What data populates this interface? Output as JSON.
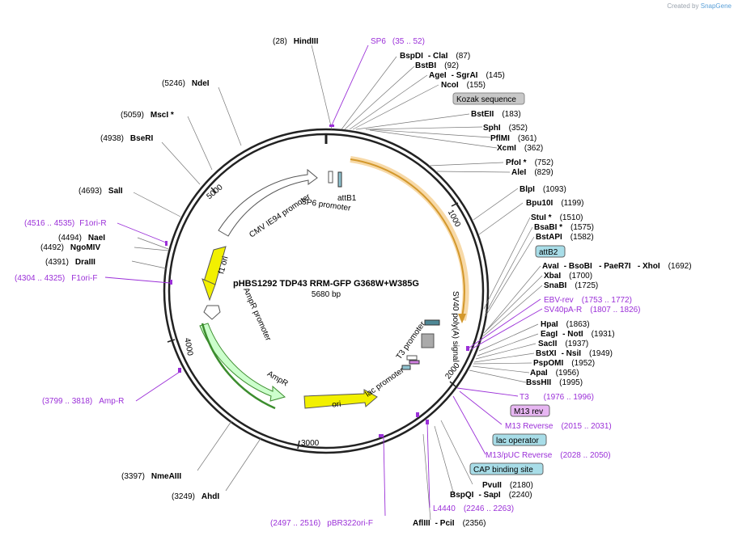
{
  "credit": {
    "prefix": "Created by",
    "brand": "SnapGene"
  },
  "map": {
    "name": "pHBS1292 TDP43 RRM-GFP G368W+W385G",
    "size": "5680 bp",
    "ticks": [
      "1000",
      "2000",
      "3000",
      "4000",
      "5000"
    ]
  },
  "features": {
    "cmv": "CMV IE94 promoter",
    "sp6_promoter": "SP6 promoter",
    "attb1": "attB1",
    "f1ori": "f1 ori",
    "ampr_promoter": "AmpR promoter",
    "ampr": "AmpR",
    "ori": "ori",
    "lac": "lac promoter",
    "t3": "T3 promoter",
    "sv40": "SV40 poly(A) signal"
  },
  "sites": {
    "hindiii": {
      "name": "HindIII",
      "pos": "(28)"
    },
    "ndei": {
      "name": "NdeI",
      "pos": "(5246)"
    },
    "msci": {
      "name": "MscI *",
      "pos": "(5059)"
    },
    "bseri": {
      "name": "BseRI",
      "pos": "(4938)"
    },
    "sali": {
      "name": "SalI",
      "pos": "(4693)"
    },
    "naei": {
      "name": "NaeI",
      "pos": "(4494)"
    },
    "ngomiv": {
      "name": "NgoMIV",
      "pos": "(4492)"
    },
    "draiii": {
      "name": "DraIII",
      "pos": "(4391)"
    },
    "nmeaiii": {
      "name": "NmeAIII",
      "pos": "(3397)"
    },
    "ahdi": {
      "name": "AhdI",
      "pos": "(3249)"
    },
    "bspdi": {
      "name": "BspDI",
      "sep": "- ClaI",
      "pos": "(87)"
    },
    "bstbi": {
      "name": "BstBI",
      "pos": "(92)"
    },
    "agei": {
      "name": "AgeI",
      "sep": "- SgrAI",
      "pos": "(145)"
    },
    "ncoi": {
      "name": "NcoI",
      "pos": "(155)"
    },
    "bsteii": {
      "name": "BstEII",
      "pos": "(183)"
    },
    "sphi": {
      "name": "SphI",
      "pos": "(352)"
    },
    "pflmi": {
      "name": "PflMI",
      "pos": "(361)"
    },
    "xcmi": {
      "name": "XcmI",
      "pos": "(362)"
    },
    "pfoi": {
      "name": "PfoI *",
      "pos": "(752)"
    },
    "alei": {
      "name": "AleI",
      "pos": "(829)"
    },
    "blpi": {
      "name": "BlpI",
      "pos": "(1093)"
    },
    "bpu10i": {
      "name": "Bpu10I",
      "pos": "(1199)"
    },
    "stui": {
      "name": "StuI *",
      "pos": "(1510)"
    },
    "bsabi": {
      "name": "BsaBI *",
      "pos": "(1575)"
    },
    "bstapi": {
      "name": "BstAPI",
      "pos": "(1582)"
    },
    "avai": {
      "name": "AvaI",
      "sep": "- BsoBI   - PaeR7I   - XhoI",
      "pos": "(1692)"
    },
    "xbai": {
      "name": "XbaI",
      "pos": "(1700)"
    },
    "snabi": {
      "name": "SnaBI",
      "pos": "(1725)"
    },
    "hpai": {
      "name": "HpaI",
      "pos": "(1863)"
    },
    "eagi": {
      "name": "EagI",
      "sep": "- NotI",
      "pos": "(1931)"
    },
    "sacii": {
      "name": "SacII",
      "pos": "(1937)"
    },
    "bstxi": {
      "name": "BstXI",
      "sep": "- NsiI",
      "pos": "(1949)"
    },
    "pspomi": {
      "name": "PspOMI",
      "pos": "(1952)"
    },
    "apai": {
      "name": "ApaI",
      "pos": "(1956)"
    },
    "bsshii": {
      "name": "BssHII",
      "pos": "(1995)"
    },
    "pvuii": {
      "name": "PvuII",
      "pos": "(2180)"
    },
    "bspqi": {
      "name": "BspQI",
      "sep": "- SapI",
      "pos": "(2240)"
    },
    "afliii": {
      "name": "AflIII",
      "sep": "- PciI",
      "pos": "(2356)"
    }
  },
  "primers": {
    "sp6": {
      "name": "SP6",
      "range": "(35 .. 52)"
    },
    "f1ori_r": {
      "name": "F1ori-R",
      "range": "(4516 .. 4535)"
    },
    "f1ori_f": {
      "name": "F1ori-F",
      "range": "(4304 .. 4325)"
    },
    "ampr": {
      "name": "Amp-R",
      "range": "(3799 .. 3818)"
    },
    "ebv": {
      "name": "EBV-rev",
      "range": "(1753 .. 1772)"
    },
    "sv40pa": {
      "name": "SV40pA-R",
      "range": "(1807 .. 1826)"
    },
    "t3": {
      "name": "T3",
      "range": "(1976 .. 1996)"
    },
    "m13rev": {
      "name": "M13 rev"
    },
    "m13reverse": {
      "name": "M13 Reverse",
      "range": "(2015 .. 2031)"
    },
    "lacop": {
      "name": "lac operator"
    },
    "m13puc": {
      "name": "M13/pUC Reverse",
      "range": "(2028 .. 2050)"
    },
    "cap": {
      "name": "CAP binding site"
    },
    "l4440": {
      "name": "L4440",
      "range": "(2246 .. 2263)"
    },
    "pbr322": {
      "name": "pBR322ori-F",
      "range": "(2497 .. 2516)"
    },
    "kozak": {
      "name": "Kozak sequence"
    },
    "attb2": {
      "name": "attB2"
    }
  }
}
